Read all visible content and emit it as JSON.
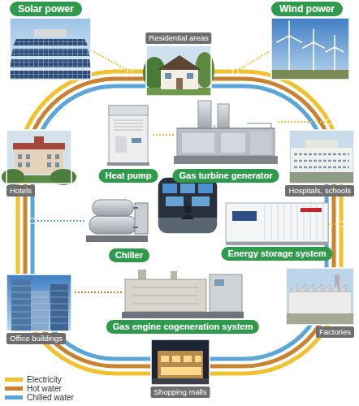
{
  "diagram": {
    "nodes": [
      {
        "text": [
          "Solar power"
        ]
      },
      {
        "text": [
          "Residential areas"
        ]
      },
      {
        "text": [
          "Wind power"
        ]
      },
      {
        "text": [
          "Hotels"
        ]
      },
      {
        "text": [
          "Heat pump"
        ]
      },
      {
        "text": [
          "Gas turbine generator"
        ]
      },
      {
        "text": [
          "Hospitals, schools"
        ]
      },
      {
        "text": [
          "Chiller"
        ]
      },
      {
        "text": [
          "Energy storage system"
        ]
      },
      {
        "text": [
          "Gas engine cogeneration system"
        ]
      },
      {
        "text": [
          "Office buildings"
        ]
      },
      {
        "text": [
          "Factories"
        ]
      },
      {
        "text": [
          "Shopping malls"
        ]
      }
    ],
    "legend": [
      {
        "text": "Electricity",
        "color": "#f0c22e"
      },
      {
        "text": "Hot water",
        "color": "#c9832f"
      },
      {
        "text": "Chilled water",
        "color": "#5aa6d8"
      }
    ]
  }
}
